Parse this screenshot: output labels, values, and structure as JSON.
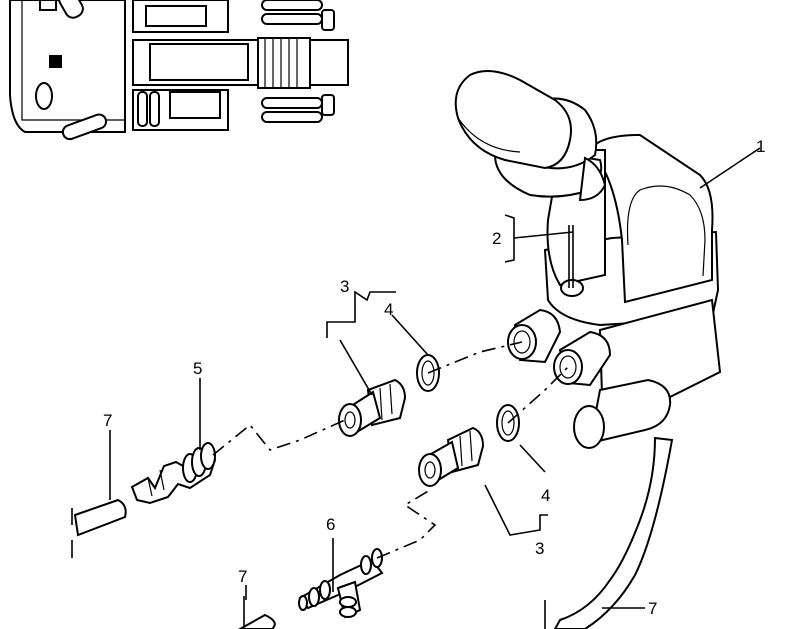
{
  "callouts": {
    "valve_body": "1",
    "screw": "2",
    "fitting_upper": "3",
    "o_ring_upper": "4",
    "hose_nipple": "5",
    "tee_connector": "6",
    "hose_upper_left": "7",
    "fitting_lower": "3",
    "o_ring_lower": "4",
    "hose_lower_left": "7",
    "hose_lower_right": "7"
  },
  "locator_marker_color": "#000000"
}
